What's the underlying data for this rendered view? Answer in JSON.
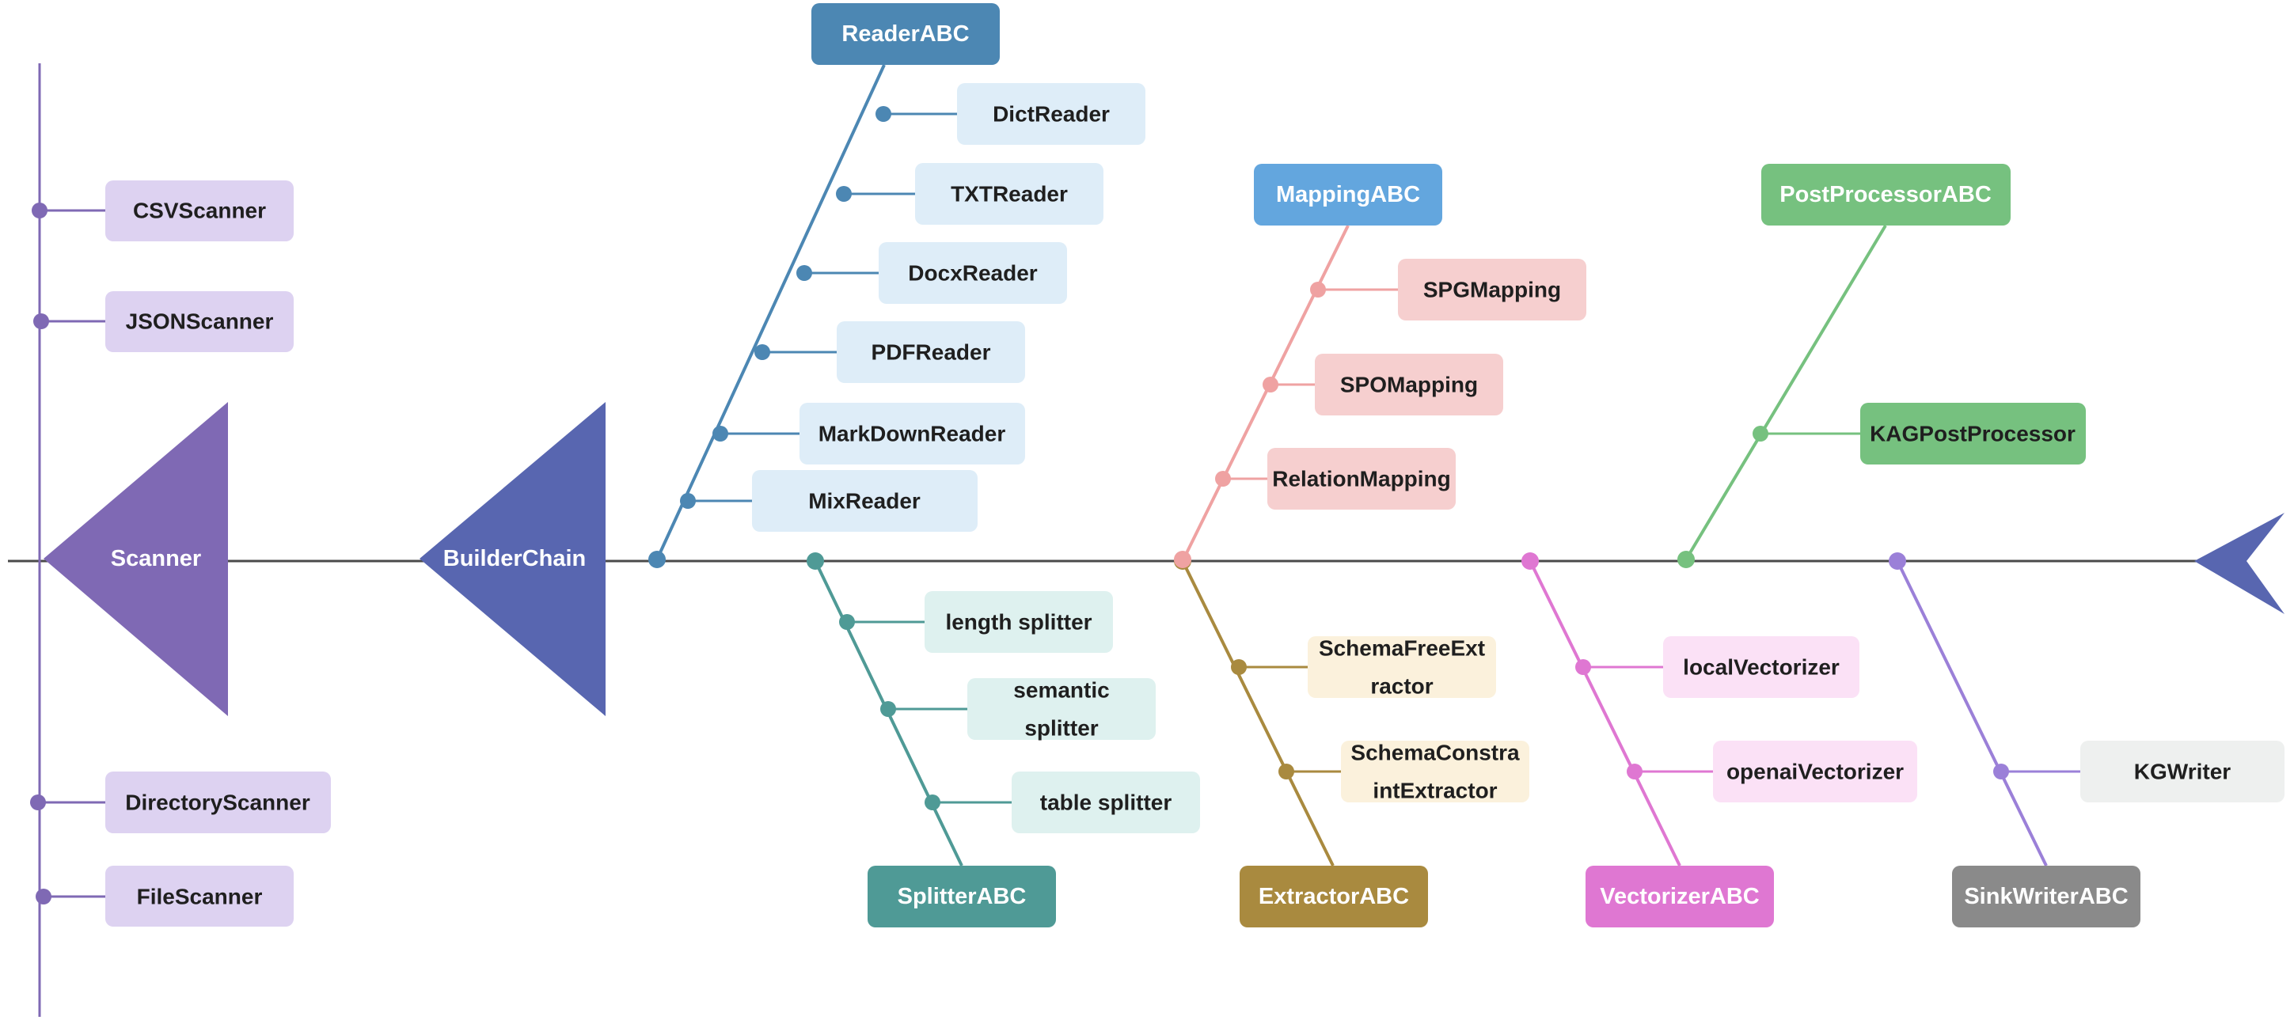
{
  "colors": {
    "spine": "#4a4a4a",
    "scanner": "#7f69b4",
    "scanner_box": "#ddd2f1",
    "builder": "#5866b0",
    "reader": "#4c87b3",
    "reader_box": "#deedf8",
    "splitter": "#4f9a96",
    "splitter_box": "#def1ef",
    "mapping": "#efa2a2",
    "mapping_head": "#63a6de",
    "mapping_box": "#f6cfcf",
    "extractor": "#a98a3f",
    "extractor_box": "#fbf1dc",
    "vectorizer": "#df77d2",
    "vectorizer_box": "#fbe1f6",
    "post": "#76c17f",
    "sink": "#9b80d8",
    "sink_head": "#8a8a8a",
    "sink_box": "#eef0ef"
  },
  "scanner": {
    "label": "Scanner",
    "items": [
      "CSVScanner",
      "JSONScanner",
      "DirectoryScanner",
      "FileScanner"
    ]
  },
  "builder": {
    "label": "BuilderChain"
  },
  "reader": {
    "label": "ReaderABC",
    "items": [
      "DictReader",
      "TXTReader",
      "DocxReader",
      "PDFReader",
      "MarkDownReader",
      "MixReader"
    ]
  },
  "splitter": {
    "label": "SplitterABC",
    "items": [
      {
        "l1": "length splitter",
        "l2": ""
      },
      {
        "l1": "semantic",
        "l2": "splitter"
      },
      {
        "l1": "table splitter",
        "l2": ""
      }
    ]
  },
  "mapping": {
    "label": "MappingABC",
    "items": [
      "SPGMapping",
      "SPOMapping",
      "RelationMapping"
    ]
  },
  "extractor": {
    "label": "ExtractorABC",
    "items": [
      {
        "l1": "SchemaFreeExt",
        "l2": "ractor"
      },
      {
        "l1": "SchemaConstra",
        "l2": "intExtractor"
      }
    ]
  },
  "vectorizer": {
    "label": "VectorizerABC",
    "items": [
      "localVectorizer",
      "openaiVectorizer"
    ]
  },
  "post": {
    "label": "PostProcessorABC",
    "items": [
      "KAGPostProcessor"
    ]
  },
  "sink": {
    "label": "SinkWriterABC",
    "items": [
      "KGWriter"
    ]
  }
}
